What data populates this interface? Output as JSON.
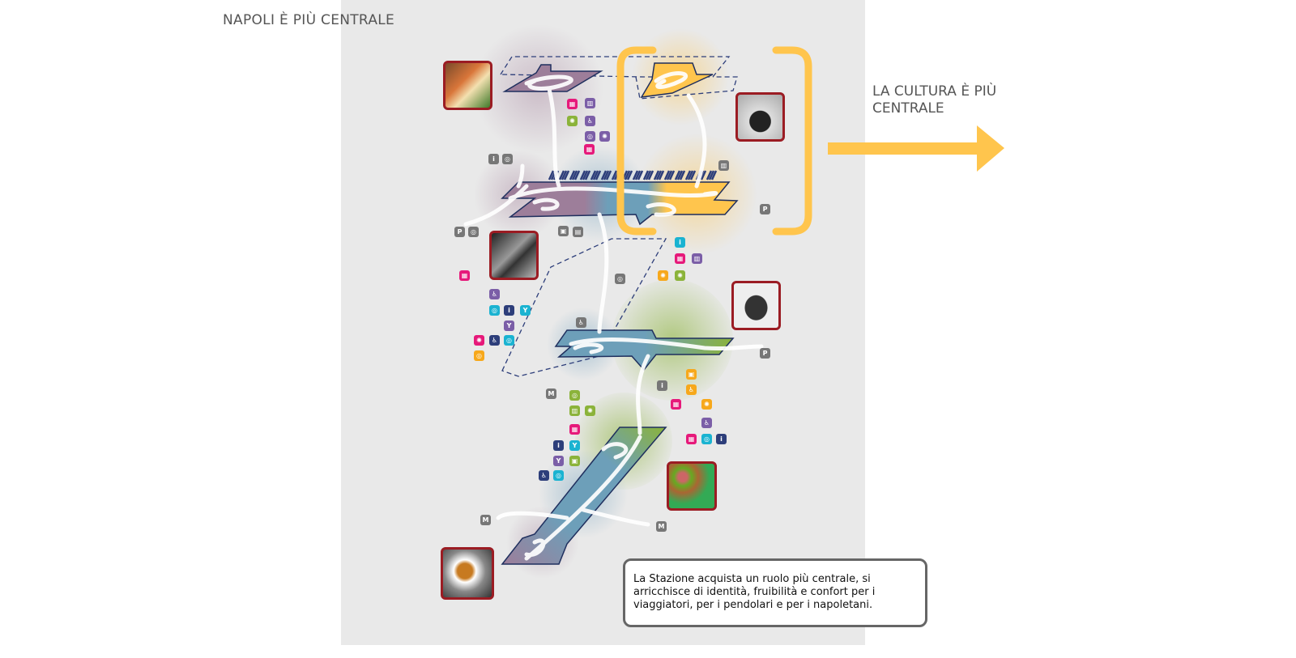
{
  "title": "NAPOLI È PIÙ CENTRALE",
  "right_label": "LA CULTURA È PIÙ CENTRALE",
  "description": "La Stazione acquista un ruolo più centrale, si arricchisce di identità, fruibilità e confort per i viaggiatori,  per i pendolari e per i napoletani.",
  "colors": {
    "pink": "#e6197a",
    "purple": "#7b5ea7",
    "green": "#8bb33a",
    "cyan": "#1ab3d1",
    "orange": "#f7a81b",
    "gray": "#777777",
    "navy": "#2d3e7a",
    "accent": "#ffc54d",
    "frame": "#9b1c23"
  },
  "icon_glyphs": {
    "parking": "P",
    "metro": "M",
    "bus": "▣",
    "taxi": "▤",
    "train": "▥",
    "shop": "▦",
    "food": "✺",
    "wc": "♿",
    "bar": "Y",
    "info": "i",
    "service": "◎"
  },
  "photos": [
    "pizza-photo",
    "pulcinella-mask-photo",
    "people-photo",
    "hat-photo",
    "pastries-photo",
    "coffee-photo"
  ]
}
